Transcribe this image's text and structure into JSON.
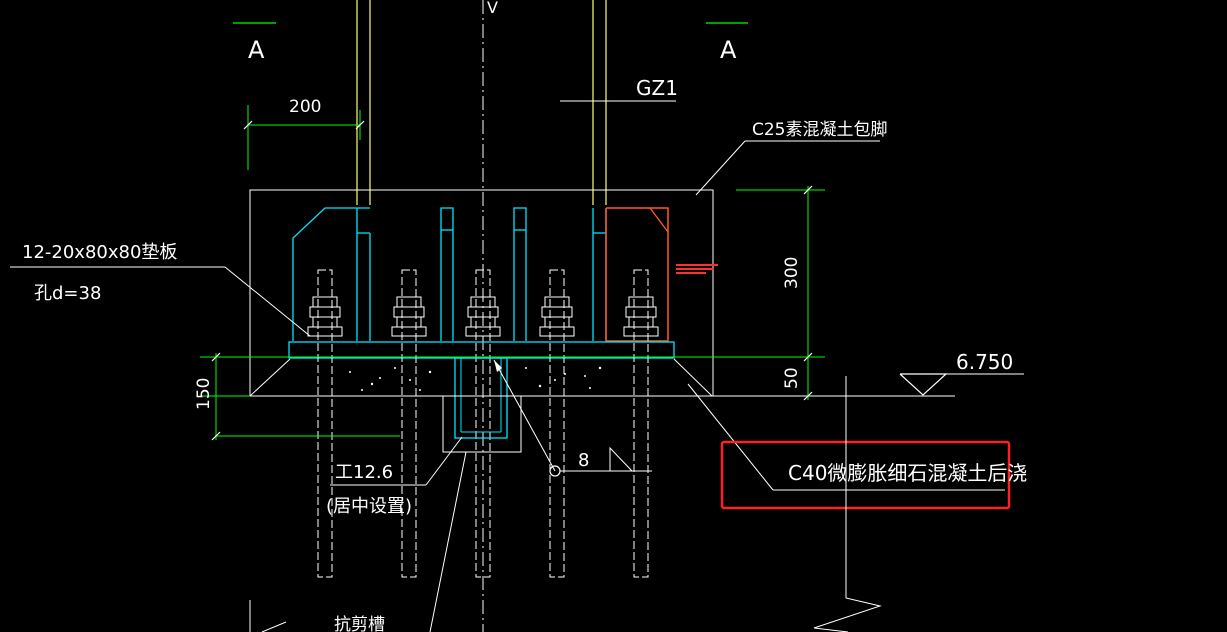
{
  "labels": {
    "section_left": "A",
    "section_right": "A",
    "top_mark": "V",
    "column_id": "GZ1",
    "dim_200": "200",
    "concrete_encasement": "C25素混凝土包脚",
    "base_plate": "12-20x80x80垫板",
    "hole": "孔d=38",
    "dim_300": "300",
    "elevation": "6.750",
    "dim_50": "50",
    "dim_150": "150",
    "grout": "C40微膨胀细石混凝土后浇",
    "shear_key": "工12.6",
    "shear_key_note": "(居中设置)",
    "weld_size": "8",
    "shear_groove": "抗剪槽"
  },
  "colors": {
    "background": "#000000",
    "line_white": "#ffffff",
    "line_cyan": "#00e5ff",
    "line_yellow": "#ffff66",
    "line_green": "#00ff00",
    "line_orange": "#ff5a1f",
    "highlight_red": "#ff2020"
  }
}
